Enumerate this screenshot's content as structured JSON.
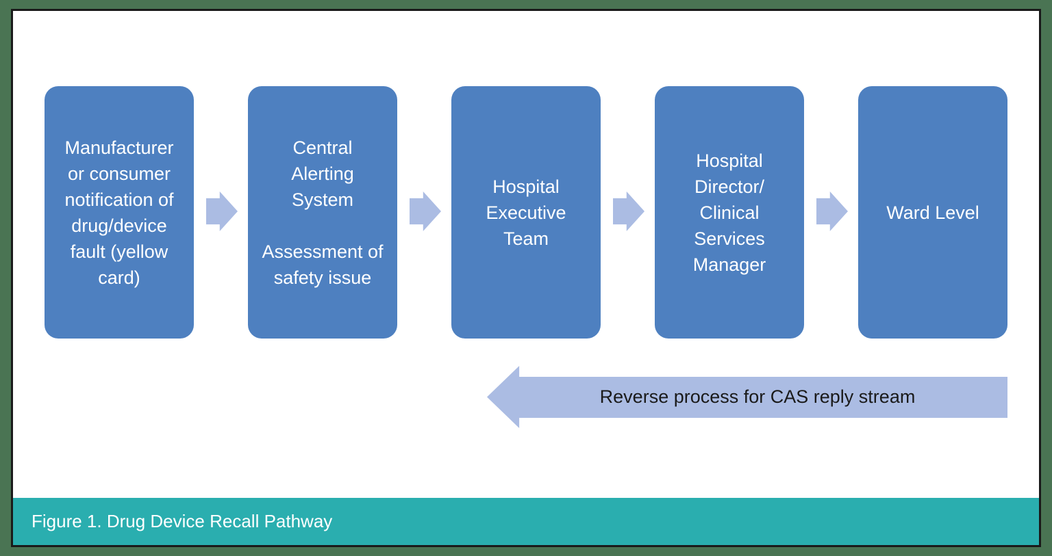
{
  "figure": {
    "caption": "Figure 1. Drug Device Recall Pathway"
  },
  "flow": {
    "boxes": [
      {
        "label": "Manufacturer or consumer notification of drug/device fault (yellow card)"
      },
      {
        "label": "Central Alerting System\n\nAssessment of safety issue"
      },
      {
        "label": "Hospital Executive Team"
      },
      {
        "label": "Hospital Director/ Clinical Services Manager"
      },
      {
        "label": "Ward Level"
      }
    ],
    "forward_arrow_icon": "right-arrow",
    "reverse_arrow": {
      "direction": "left",
      "label": "Reverse process for CAS reply stream"
    }
  },
  "colors": {
    "frame_green": "#4A7453",
    "panel_border_black": "#1A1A1A",
    "box_blue": "#4E80C0",
    "arrow_light_blue": "#ABBCE3",
    "caption_teal": "#2AAEAF",
    "box_text": "#FFFFFF",
    "reverse_arrow_text": "#1A1A1A"
  }
}
